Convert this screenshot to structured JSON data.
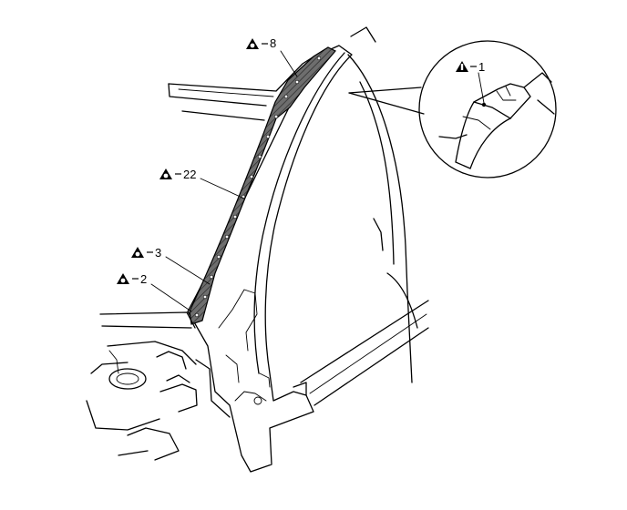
{
  "callouts": [
    {
      "id": "c8",
      "symbol": "weld-spot-triangle-icon",
      "text": "8"
    },
    {
      "id": "c22",
      "symbol": "weld-spot-triangle-icon",
      "text": "22"
    },
    {
      "id": "c3",
      "symbol": "weld-spot-triangle-icon",
      "text": "3"
    },
    {
      "id": "c2",
      "symbol": "weld-spot-triangle-icon",
      "text": "2"
    },
    {
      "id": "c1",
      "symbol": "brazing-point-triangle-icon",
      "text": "1"
    }
  ]
}
